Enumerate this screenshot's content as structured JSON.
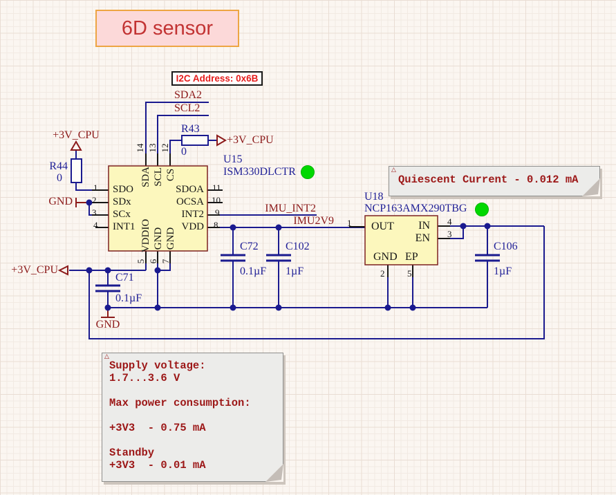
{
  "title": "6D sensor",
  "i2c_address_label": "I2C Address: 0x6B",
  "colors": {
    "wire": "#1a1a8f",
    "component_fill": "#fcf7bd",
    "component_border": "#7d2121",
    "designator_text": "#1f1f96",
    "net_label_text": "#8c1a1a",
    "note_text": "#9c1717",
    "title_text": "#c23333",
    "title_fill": "#fcd9d9",
    "title_border": "#eda543",
    "i2c_text": "#e51b1b",
    "status_green": "#00d800"
  },
  "u15": {
    "ref": "U15",
    "part": "ISM330DLCTR",
    "left_pins": [
      {
        "num": "1",
        "name": "SDO"
      },
      {
        "num": "2",
        "name": "SDx"
      },
      {
        "num": "3",
        "name": "SCx"
      },
      {
        "num": "4",
        "name": "INT1"
      }
    ],
    "right_pins": [
      {
        "num": "11",
        "name": "SDOA"
      },
      {
        "num": "10",
        "name": "OCSA"
      },
      {
        "num": "9",
        "name": "INT2"
      },
      {
        "num": "8",
        "name": "VDD"
      }
    ],
    "top_pins": [
      {
        "num": "14",
        "name": "SDA"
      },
      {
        "num": "13",
        "name": "SCL"
      },
      {
        "num": "12",
        "name": "CS"
      }
    ],
    "bottom_pins": [
      {
        "num": "5",
        "name": "VDDIO"
      },
      {
        "num": "6",
        "name": "GND"
      },
      {
        "num": "7",
        "name": "GND"
      }
    ]
  },
  "u18": {
    "ref": "U18",
    "part": "NCP163AMX290TBG",
    "pins": {
      "out": {
        "num": "1",
        "name": "OUT"
      },
      "in": {
        "num": "4",
        "name": "IN"
      },
      "en": {
        "num": "3",
        "name": "EN"
      },
      "gnd": {
        "num": "2",
        "name": "GND"
      },
      "ep": {
        "num": "5",
        "name": "EP"
      }
    }
  },
  "resistors": {
    "r43": {
      "ref": "R43",
      "value": "0"
    },
    "r44": {
      "ref": "R44",
      "value": "0"
    }
  },
  "capacitors": {
    "c71": {
      "ref": "C71",
      "value": "0.1µF"
    },
    "c72": {
      "ref": "C72",
      "value": "0.1µF"
    },
    "c102": {
      "ref": "C102",
      "value": "1µF"
    },
    "c106": {
      "ref": "C106",
      "value": "1µF"
    }
  },
  "net_labels": {
    "sda2": "SDA2",
    "scl2": "SCL2",
    "imu_int2": "IMU_INT2",
    "imu2v9": "IMU2V9"
  },
  "power": {
    "p3v_cpu": "+3V_CPU",
    "gnd": "GND"
  },
  "notes": {
    "quiescent": "Quiescent Current - 0.012 mA",
    "supply_lines": [
      "Supply voltage:",
      "1.7...3.6 V",
      "",
      "Max power consumption:",
      "",
      "+3V3  - 0.75 mA",
      "",
      "Standby",
      "+3V3  - 0.01 mA"
    ]
  }
}
